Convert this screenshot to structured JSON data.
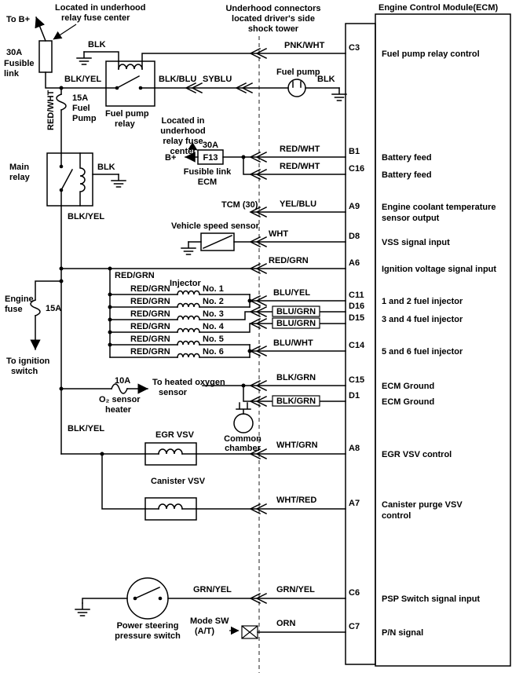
{
  "diagram": {
    "ecm": {
      "title": "Engine Control Module(ECM)",
      "pins": [
        {
          "id": "C3",
          "desc": [
            "Fuel pump relay control"
          ]
        },
        {
          "id": "B1",
          "desc": [
            "Battery feed"
          ]
        },
        {
          "id": "C16",
          "desc": [
            "Battery feed"
          ]
        },
        {
          "id": "A9",
          "desc": [
            "Engine coolant temperature",
            "sensor output"
          ]
        },
        {
          "id": "D8",
          "desc": [
            "VSS signal input"
          ]
        },
        {
          "id": "A6",
          "desc": [
            "Ignition voltage signal input"
          ]
        },
        {
          "id": "C11",
          "desc": [
            "1 and 2 fuel injector"
          ]
        },
        {
          "id": "D16",
          "desc": []
        },
        {
          "id": "D15",
          "desc": [
            "3 and 4 fuel injector"
          ]
        },
        {
          "id": "C14",
          "desc": [
            "5 and 6 fuel injector"
          ]
        },
        {
          "id": "C15",
          "desc": [
            "ECM Ground"
          ]
        },
        {
          "id": "D1",
          "desc": [
            "ECM Ground"
          ]
        },
        {
          "id": "A8",
          "desc": [
            "EGR VSV control"
          ]
        },
        {
          "id": "A7",
          "desc": [
            "Canister purge VSV",
            "control"
          ]
        },
        {
          "id": "C6",
          "desc": [
            "PSP Switch signal input"
          ]
        },
        {
          "id": "C7",
          "desc": [
            "P/N signal"
          ]
        }
      ]
    },
    "notes": {
      "top_left": [
        "Located in underhood",
        "relay fuse center"
      ],
      "connectors": [
        "Underhood connectors",
        "located driver's side",
        "shock tower"
      ],
      "mid": [
        "Located in",
        "underhood",
        "relay fuse",
        "center"
      ]
    },
    "wires": {
      "pnk_wht": "PNK/WHT",
      "blk_top": "BLK",
      "blk_yel_top": "BLK/YEL",
      "red_wht_vert": "RED/WHT",
      "blk_blu": "BLK/BLU",
      "syblu": "SYBLU",
      "blk_pump": "BLK",
      "red_wht_b1": "RED/WHT",
      "red_wht_c16": "RED/WHT",
      "yel_blu": "YEL/BLU",
      "wht": "WHT",
      "red_grn_a6": "RED/GRN",
      "red_grn_bus": "RED/GRN",
      "red_grn_row": "RED/GRN",
      "blu_yel": "BLU/YEL",
      "blu_grn": "BLU/GRN",
      "blu_wht": "BLU/WHT",
      "blk_grn": "BLK/GRN",
      "blk_main": "BLK",
      "blk_yel_main": "BLK/YEL",
      "blk_yel_vsv": "BLK/YEL",
      "wht_grn": "WHT/GRN",
      "wht_red": "WHT/RED",
      "grn_yel": "GRN/YEL",
      "orn": "ORN"
    },
    "components": {
      "to_b_plus": "To B+",
      "fusible_link": [
        "30A",
        "Fusible",
        "link"
      ],
      "fuel_pump_fuse": [
        "15A",
        "Fuel",
        "Pump"
      ],
      "fuel_pump_relay": [
        "Fuel pump",
        "relay"
      ],
      "fuel_pump": "Fuel pump",
      "main_relay": [
        "Main",
        "relay"
      ],
      "b_plus": "B+",
      "f13_amp": "30A",
      "f13": "F13",
      "f13_label": [
        "Fusible link",
        "ECM"
      ],
      "tcm": "TCM (30)",
      "vss": "Vehicle speed sensor",
      "injector": "Injector",
      "inj": [
        "No. 1",
        "No. 2",
        "No. 3",
        "No. 4",
        "No. 5",
        "No. 6"
      ],
      "o2_amp": "10A",
      "o2_heater": [
        "O₂ sensor",
        "heater"
      ],
      "to_o2": [
        "To heated oxygen",
        "sensor"
      ],
      "engine_fuse": [
        "Engine",
        "fuse"
      ],
      "engine_fuse_amp": "15A",
      "to_ign": [
        "To ignition",
        "switch"
      ],
      "egr": "EGR VSV",
      "common": [
        "Common",
        "chamber"
      ],
      "canister": "Canister VSV",
      "psp": [
        "Power steering",
        "pressure switch"
      ],
      "mode_sw": [
        "Mode SW",
        "(A/T)"
      ]
    }
  }
}
